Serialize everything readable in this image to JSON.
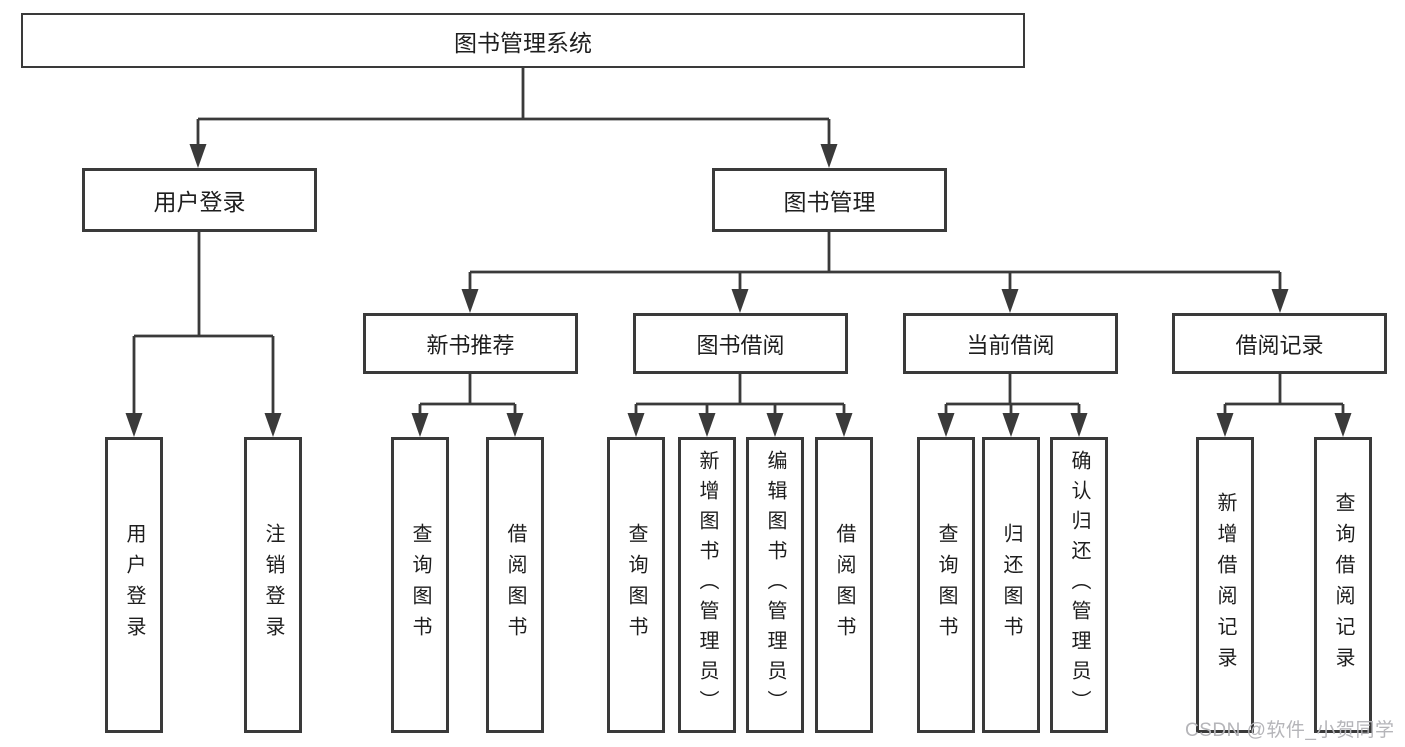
{
  "tree": {
    "label": "图书管理系统",
    "children": [
      {
        "label": "用户登录",
        "children": [
          {
            "label": "用户登录"
          },
          {
            "label": "注销登录"
          }
        ]
      },
      {
        "label": "图书管理",
        "children": [
          {
            "label": "新书推荐",
            "children": [
              {
                "label": "查询图书"
              },
              {
                "label": "借阅图书"
              }
            ]
          },
          {
            "label": "图书借阅",
            "children": [
              {
                "label": "查询图书"
              },
              {
                "label": "新增图书（管理员）"
              },
              {
                "label": "编辑图书（管理员）"
              },
              {
                "label": "借阅图书"
              }
            ]
          },
          {
            "label": "当前借阅",
            "children": [
              {
                "label": "查询图书"
              },
              {
                "label": "归还图书"
              },
              {
                "label": "确认归还（管理员）"
              }
            ]
          },
          {
            "label": "借阅记录",
            "children": [
              {
                "label": "新增借阅记录"
              },
              {
                "label": "查询借阅记录"
              }
            ]
          }
        ]
      }
    ]
  },
  "watermark": "CSDN @软件_小贺同学",
  "colors": {
    "line": "#3a3a3a",
    "text": "#1e1e1e",
    "watermark": "#b5b5b9",
    "background": "#ffffff"
  }
}
